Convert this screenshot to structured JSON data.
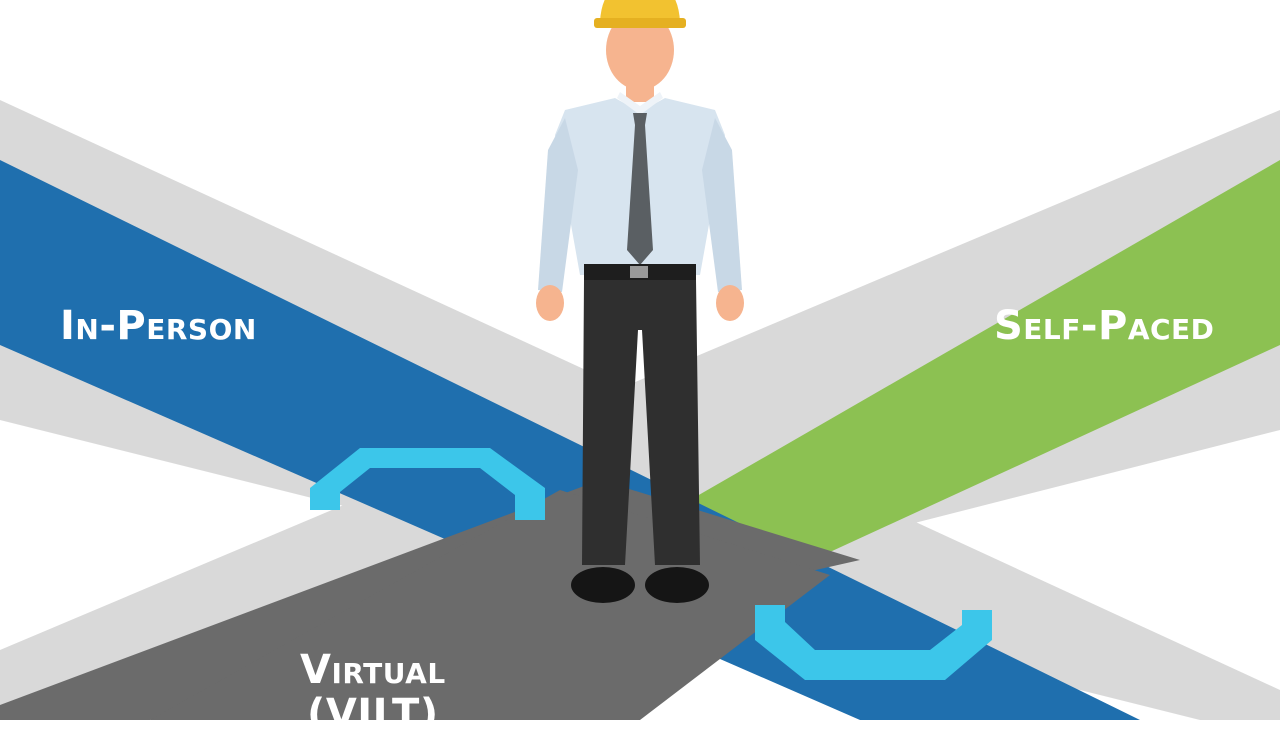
{
  "labels": {
    "in_person": "In-Person",
    "self_paced": "Self-Paced",
    "virtual_line1": "Virtual",
    "virtual_line2": "(VILT)"
  },
  "colors": {
    "in_person_path": "#1f6fae",
    "self_paced_path": "#8cc152",
    "virtual_path": "#6b6b6b",
    "path_border": "#d9d9d9",
    "link_accent": "#3cc6ea",
    "hard_hat": "#f2c230",
    "shirt": "#d7e4ef",
    "tie": "#5a5f63",
    "pants": "#2f2f2f",
    "skin": "#f6b48f"
  },
  "icons": {
    "worker": "worker-figure-icon",
    "link_upper": "chain-link-icon",
    "link_lower": "chain-link-icon"
  }
}
